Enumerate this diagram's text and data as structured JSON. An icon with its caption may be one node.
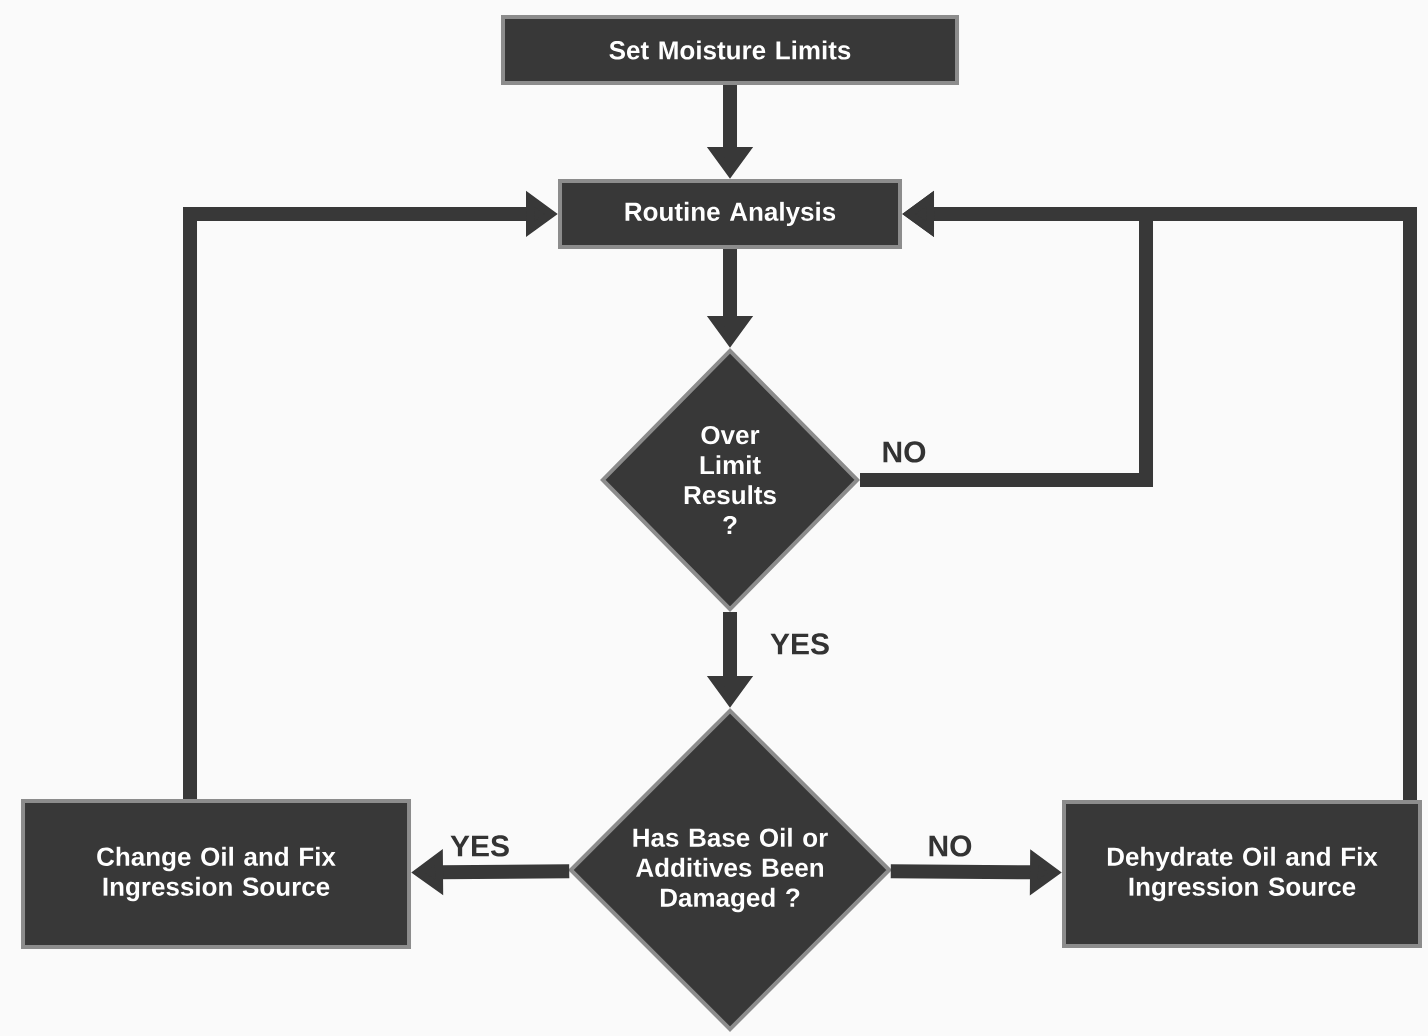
{
  "diagram": {
    "nodes": [
      {
        "text": [
          "Set Moisture Limits"
        ]
      },
      {
        "text": [
          "Routine Analysis"
        ]
      },
      {
        "text": [
          "Over Limit Results ?"
        ]
      },
      {
        "text": [
          "Has Base Oil or Additives Been Damaged ?"
        ]
      },
      {
        "text": [
          "Change Oil and Fix Ingression Source"
        ]
      },
      {
        "text": [
          "Dehydrate Oil and Fix Ingression Source"
        ]
      }
    ],
    "edges": [
      {
        "from": 0,
        "to": 1,
        "arrow": "to"
      },
      {
        "from": 1,
        "to": 2,
        "arrow": "to"
      },
      {
        "from": 2,
        "to": 1,
        "arrow": "to",
        "label": "NO"
      },
      {
        "from": 2,
        "to": 3,
        "arrow": "to",
        "label": "YES"
      },
      {
        "from": 3,
        "to": 4,
        "arrow": "to",
        "label": "YES"
      },
      {
        "from": 3,
        "to": 5,
        "arrow": "to",
        "label": "NO"
      },
      {
        "from": 4,
        "to": 1,
        "arrow": "to"
      },
      {
        "from": 5,
        "to": 1,
        "arrow": "to"
      }
    ]
  }
}
